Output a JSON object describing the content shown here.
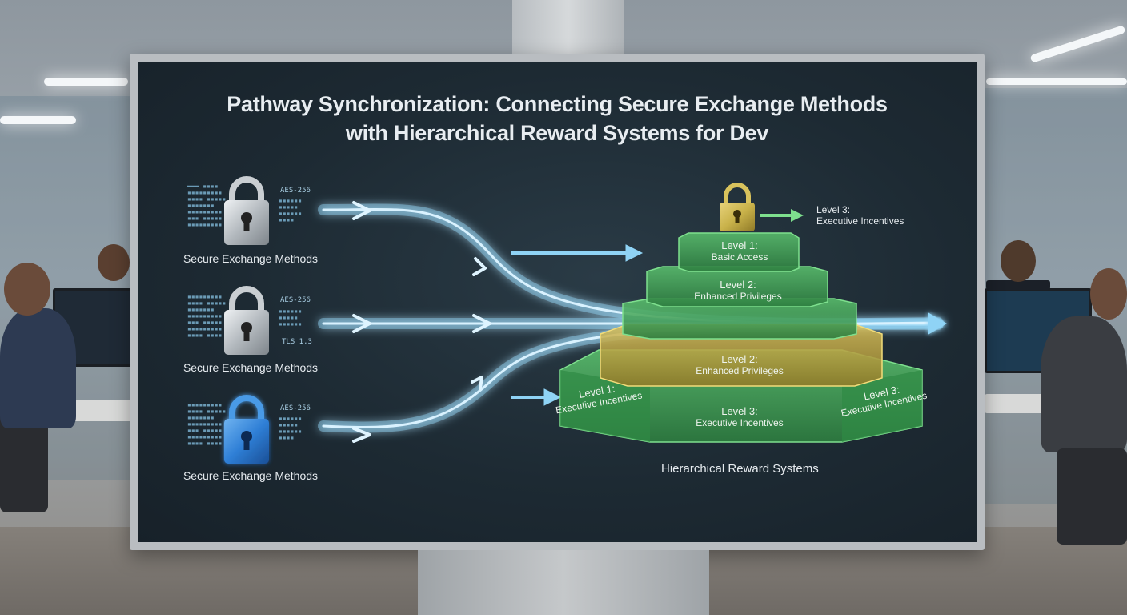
{
  "title": {
    "line1": "Pathway Synchronization: Connecting Secure Exchange Methods",
    "line2": "with Hierarchical Reward Systems for Dev"
  },
  "locks": [
    {
      "label": "Secure Exchange Methods",
      "algo_top": "AES-256",
      "algo_bottom": "",
      "color": "#b9bec3"
    },
    {
      "label": "Secure Exchange Methods",
      "algo_top": "AES-256",
      "algo_bottom": "TLS 1.3",
      "color": "#b9bec3"
    },
    {
      "label": "Secure Exchange Methods",
      "algo_top": "AES-256",
      "algo_bottom": "",
      "color": "#2f7fd6"
    }
  ],
  "pyramid": {
    "caption": "Hierarchical Reward Systems",
    "top_lock_color": "#c9b24a",
    "top_callout": {
      "level": "Level 3:",
      "text": "Executive Incentives"
    },
    "tiers": [
      {
        "level": "Level 1:",
        "text": "Basic Access",
        "color": "#3f9a56"
      },
      {
        "level": "Level 2:",
        "text": "Enhanced Privileges",
        "color": "#3c9a52"
      },
      {
        "level": "Level 2:",
        "text": "Enhanced Privileges",
        "color": "#b59a33"
      },
      {
        "level": "Level 3:",
        "text": "Executive Incentives",
        "color": "#3b9a4c"
      }
    ],
    "side_left": {
      "level": "Level 1:",
      "text": "Executive Incentives"
    },
    "side_right": {
      "level": "Level 3:",
      "text": "Executive Incentives"
    }
  },
  "colors": {
    "arrow": "#8fd3f5",
    "screen_bg": "#1d2a33"
  }
}
